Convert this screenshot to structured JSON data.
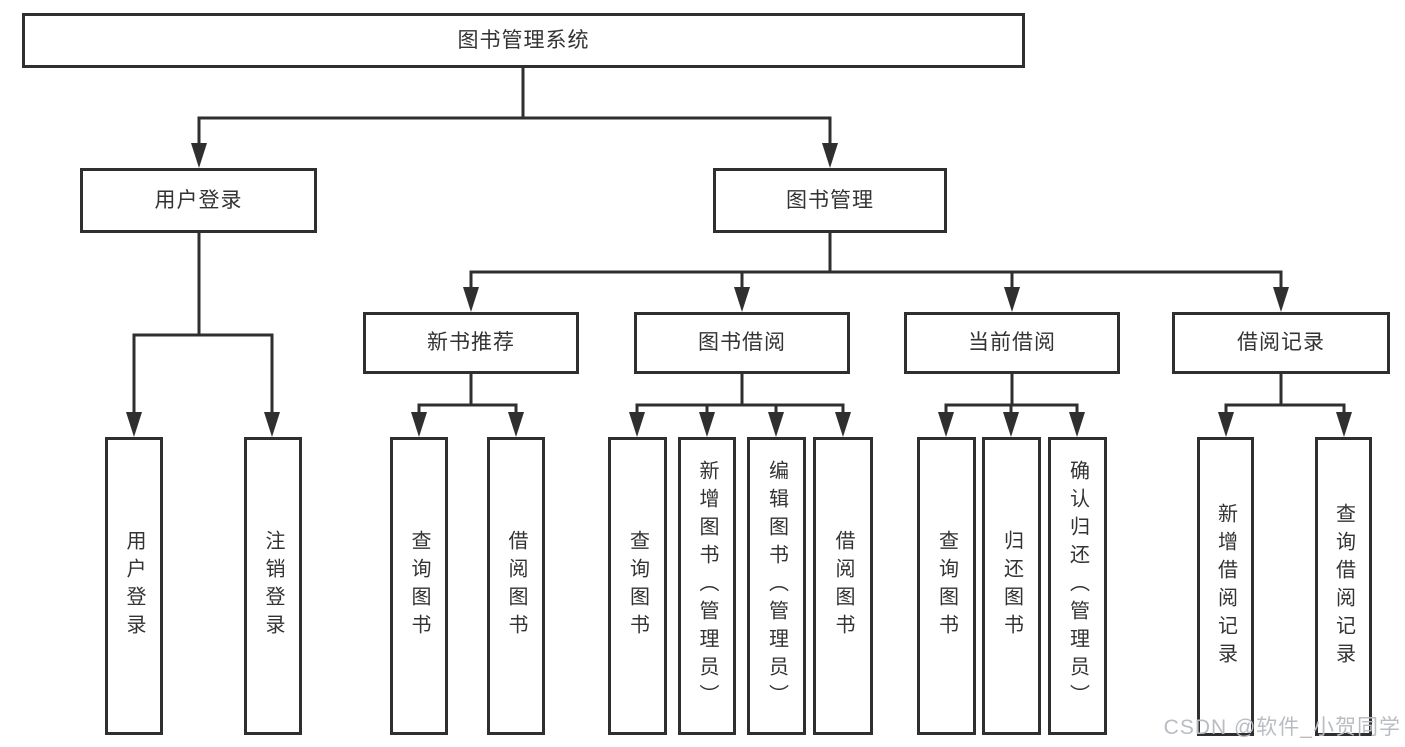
{
  "diagram": {
    "title": "图书管理系统",
    "tree": {
      "label": "图书管理系统",
      "children": [
        {
          "label": "用户登录",
          "children": [
            {
              "label": "用户登录"
            },
            {
              "label": "注销登录"
            }
          ]
        },
        {
          "label": "图书管理",
          "children": [
            {
              "label": "新书推荐",
              "children": [
                {
                  "label": "查询图书"
                },
                {
                  "label": "借阅图书"
                }
              ]
            },
            {
              "label": "图书借阅",
              "children": [
                {
                  "label": "查询图书"
                },
                {
                  "label": "新增图书（管理员）"
                },
                {
                  "label": "编辑图书（管理员）"
                },
                {
                  "label": "借阅图书"
                }
              ]
            },
            {
              "label": "当前借阅",
              "children": [
                {
                  "label": "查询图书"
                },
                {
                  "label": "归还图书"
                },
                {
                  "label": "确认归还（管理员）"
                }
              ]
            },
            {
              "label": "借阅记录",
              "children": [
                {
                  "label": "新增借阅记录"
                },
                {
                  "label": "查询借阅记录"
                }
              ]
            }
          ]
        }
      ]
    }
  },
  "watermark": {
    "text": "CSDN @软件_小贺同学"
  },
  "colors": {
    "line": "#2f2f2f",
    "box_border": "#2f2f2f",
    "box_background": "#ffffff",
    "text": "#333333",
    "watermark": "#b9bcc2"
  }
}
